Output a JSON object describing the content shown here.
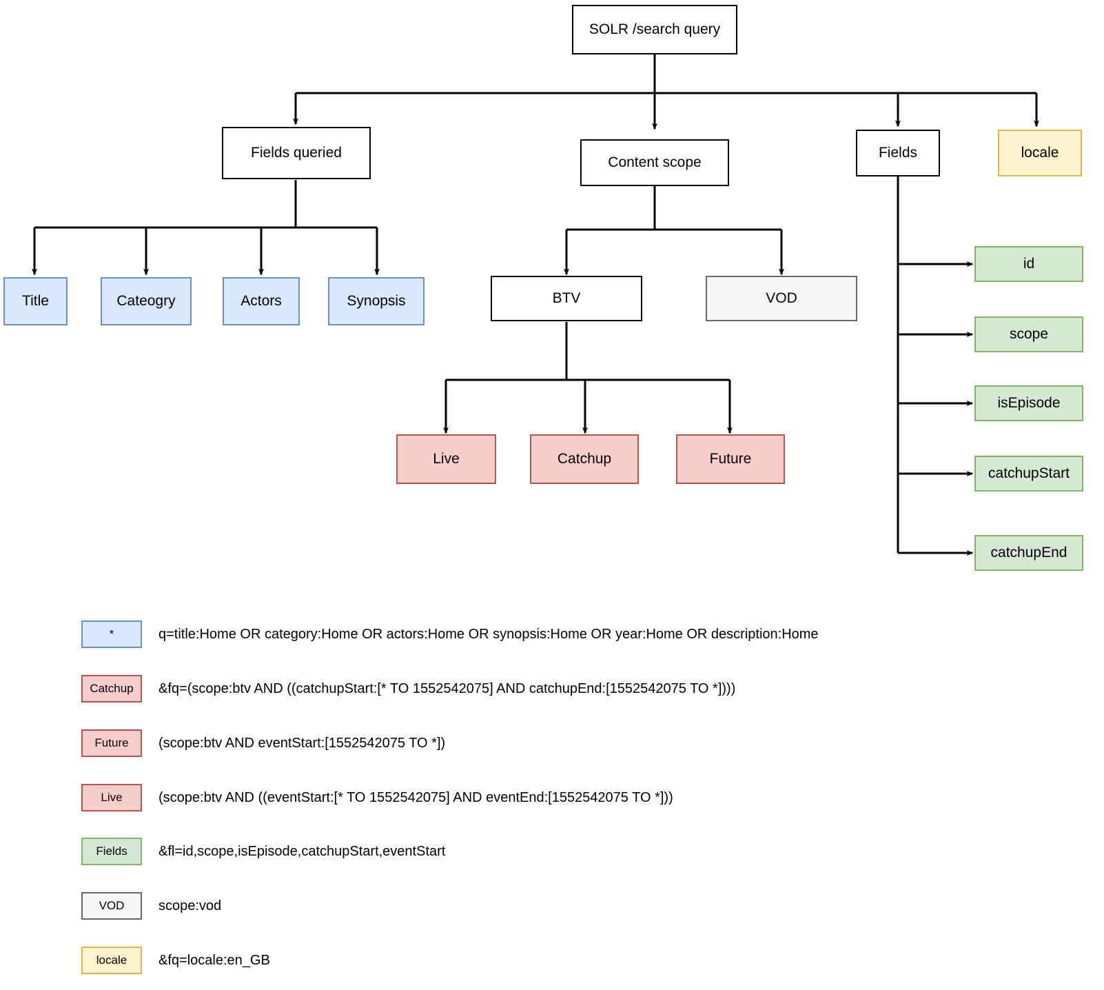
{
  "diagram": {
    "title": "SOLR /search query",
    "nodes": {
      "root": {
        "label": "SOLR /search query"
      },
      "fields_queried": {
        "label": "Fields queried"
      },
      "content_scope": {
        "label": "Content scope"
      },
      "fields": {
        "label": "Fields"
      },
      "locale": {
        "label": "locale"
      },
      "title": {
        "label": "Title"
      },
      "category": {
        "label": "Cateogry"
      },
      "actors": {
        "label": "Actors"
      },
      "synopsis": {
        "label": "Synopsis"
      },
      "btv": {
        "label": "BTV"
      },
      "vod": {
        "label": "VOD"
      },
      "live": {
        "label": "Live"
      },
      "catchup": {
        "label": "Catchup"
      },
      "future": {
        "label": "Future"
      },
      "f_id": {
        "label": "id"
      },
      "f_scope": {
        "label": "scope"
      },
      "f_isepisode": {
        "label": "isEpisode"
      },
      "f_catchupstart": {
        "label": "catchupStart"
      },
      "f_catchupend": {
        "label": "catchupEnd"
      }
    }
  },
  "legend": {
    "rows": [
      {
        "swatch": "*",
        "text": "q=title:Home OR category:Home OR actors:Home OR synopsis:Home OR year:Home OR description:Home",
        "style": "blue"
      },
      {
        "swatch": "Catchup",
        "text": "&fq=(scope:btv AND ((catchupStart:[* TO 1552542075] AND catchupEnd:[1552542075 TO *])))",
        "style": "red"
      },
      {
        "swatch": "Future",
        "text": "(scope:btv AND eventStart:[1552542075 TO *])",
        "style": "red"
      },
      {
        "swatch": "Live",
        "text": "(scope:btv AND ((eventStart:[* TO 1552542075] AND eventEnd:[1552542075 TO *]))",
        "style": "red"
      },
      {
        "swatch": "Fields",
        "text": "&fl=id,scope,isEpisode,catchupStart,eventStart",
        "style": "green"
      },
      {
        "swatch": "VOD",
        "text": "scope:vod",
        "style": "grey"
      },
      {
        "swatch": "locale",
        "text": "&fq=locale:en_GB",
        "style": "yellow"
      }
    ]
  },
  "colors": {
    "blue_fill": "#dae8fc",
    "blue_stroke": "#6c8ebf",
    "red_fill": "#f8cecc",
    "red_stroke": "#b85450",
    "green_fill": "#d5e8d4",
    "green_stroke": "#82b366",
    "yellow_fill": "#fff2cc",
    "yellow_stroke": "#d6b656",
    "grey_fill": "#f5f5f5",
    "grey_stroke": "#666666",
    "edge_stroke": "#000000"
  }
}
